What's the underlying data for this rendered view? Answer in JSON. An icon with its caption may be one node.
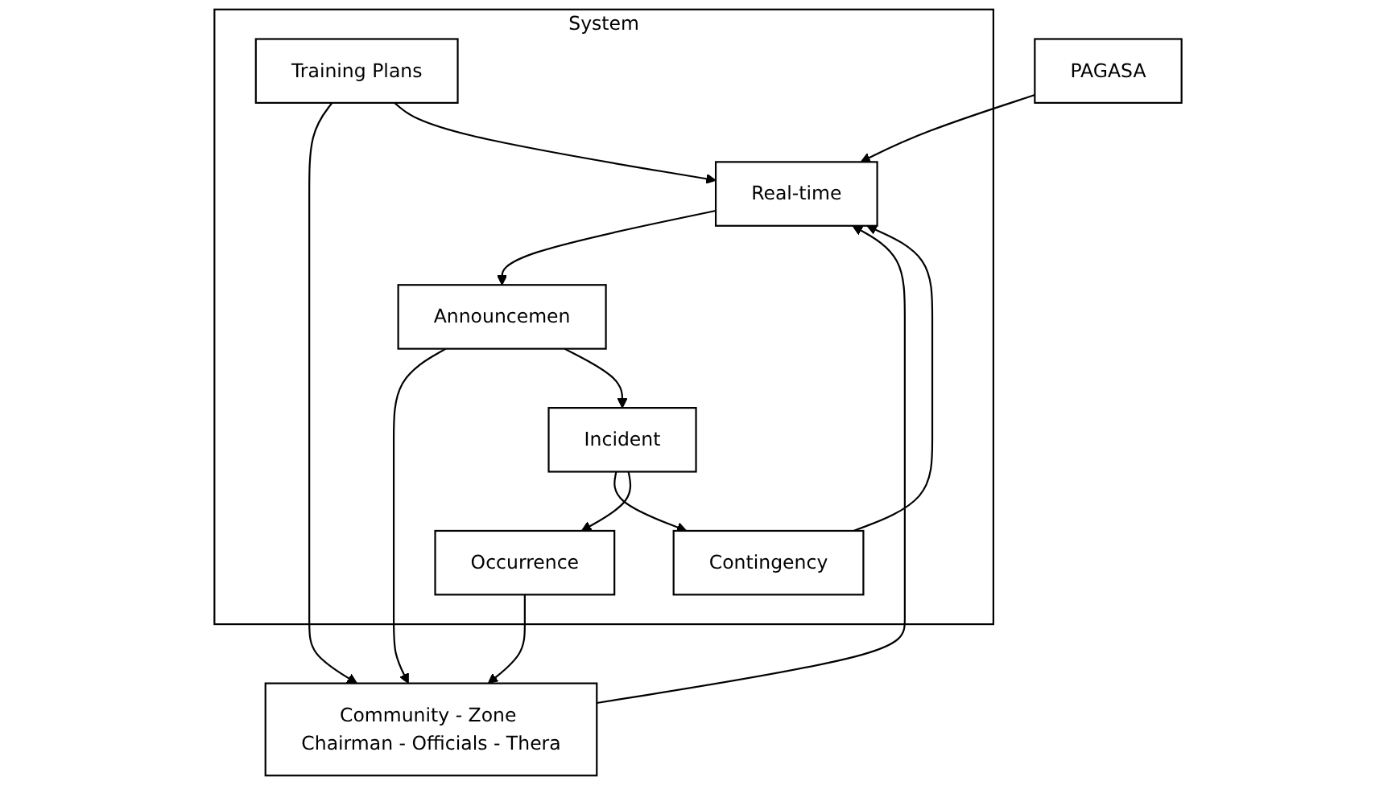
{
  "diagram": {
    "nodes": [
      {
        "text": [
          "System"
        ]
      },
      {
        "text": [
          "PAGASA"
        ]
      },
      {
        "text": [
          "Real-time"
        ],
        "in": 0
      },
      {
        "text": [
          "Announcemen"
        ],
        "in": 0
      },
      {
        "text": [
          "Contingency"
        ],
        "in": 0
      },
      {
        "text": [
          "Community - Zone Chairman - Officials - Thera"
        ]
      },
      {
        "text": [
          "Incident"
        ],
        "in": 0
      },
      {
        "text": [
          "Occurrence"
        ],
        "in": 0
      },
      {
        "text": [
          "Training Plans"
        ],
        "in": 0
      }
    ],
    "edges": [
      {
        "from": 1,
        "to": 2,
        "arrow": "to"
      },
      {
        "from": 5,
        "to": 2,
        "arrow": "to"
      },
      {
        "from": 2,
        "to": 3,
        "arrow": "to"
      },
      {
        "from": 3,
        "to": 5,
        "arrow": "to"
      },
      {
        "from": 3,
        "to": 6,
        "arrow": "to"
      },
      {
        "from": 6,
        "to": 4,
        "arrow": "to"
      },
      {
        "from": 4,
        "to": 2,
        "arrow": "to"
      },
      {
        "from": 6,
        "to": 7,
        "arrow": "to"
      },
      {
        "from": 7,
        "to": 5,
        "arrow": "to"
      },
      {
        "from": 8,
        "to": 5,
        "arrow": "to"
      },
      {
        "from": 8,
        "to": 2,
        "arrow": "to"
      }
    ]
  }
}
